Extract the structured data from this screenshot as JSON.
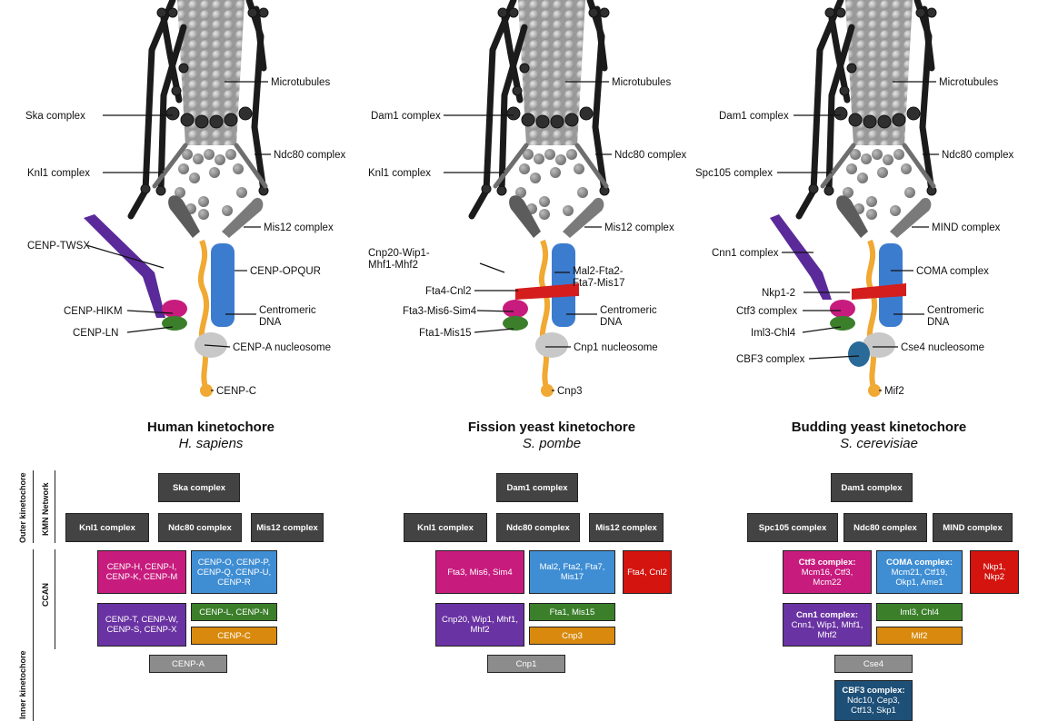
{
  "panels": [
    {
      "title": "Human kinetochore",
      "species": "H. sapiens",
      "labels": {
        "microtubules": "Microtubules",
        "top_left": "Ska complex",
        "ndc80": "Ndc80 complex",
        "mid_left": "Knl1 complex",
        "mis12": "Mis12 complex",
        "twsx": "CENP-TWSX",
        "opqur": "CENP-OPQUR",
        "hikm": "CENP-HIKM",
        "centromeric": "Centromeric",
        "dna": "DNA",
        "ln": "CENP-LN",
        "nucleosome": "CENP-A nucleosome",
        "cenpc": "CENP-C"
      },
      "boxes": {
        "top": "Ska complex",
        "left": "Knl1 complex",
        "mid": "Ndc80 complex",
        "right": "Mis12 complex",
        "pink": "CENP-H, CENP-I, CENP-K, CENP-M",
        "blue": "CENP-O, CENP-P, CENP-Q, CENP-U, CENP-R",
        "purple": "CENP-T, CENP-W, CENP-S, CENP-X",
        "green": "CENP-L, CENP-N",
        "orange": "CENP-C",
        "grey": "CENP-A"
      }
    },
    {
      "title": "Fission yeast kinetochore",
      "species": "S. pombe",
      "labels": {
        "microtubules": "Microtubules",
        "top_left": "Dam1 complex",
        "ndc80": "Ndc80 complex",
        "mid_left": "Knl1 complex",
        "mis12": "Mis12 complex",
        "cnp20_1": "Cnp20-Wip1-",
        "cnp20_2": "Mhf1-Mhf2",
        "mal2_1": "Mal2-Fta2-",
        "mal2_2": "Fta7-Mis17",
        "fta4": "Fta4-Cnl2",
        "fta3": "Fta3-Mis6-Sim4",
        "centromeric": "Centromeric",
        "dna": "DNA",
        "fta1": "Fta1-Mis15",
        "nucleosome": "Cnp1 nucleosome",
        "cnp3": "Cnp3"
      },
      "boxes": {
        "top": "Dam1 complex",
        "left": "Knl1 complex",
        "mid": "Ndc80 complex",
        "right": "Mis12 complex",
        "pink": "Fta3, Mis6, Sim4",
        "blue": "Mal2, Fta2, Fta7, Mis17",
        "red": "Fta4, Cnl2",
        "purple": "Cnp20, Wip1, Mhf1, Mhf2",
        "green": "Fta1, Mis15",
        "orange": "Cnp3",
        "grey": "Cnp1"
      }
    },
    {
      "title": "Budding yeast kinetochore",
      "species": "S. cerevisiae",
      "labels": {
        "microtubules": "Microtubules",
        "top_left": "Dam1 complex",
        "ndc80": "Ndc80 complex",
        "mid_left": "Spc105 complex",
        "mis12": "MIND complex",
        "cnn1": "Cnn1 complex",
        "coma": "COMA complex",
        "nkp": "Nkp1-2",
        "ctf3": "Ctf3 complex",
        "centromeric": "Centromeric",
        "dna": "DNA",
        "iml3": "Iml3-Chl4",
        "nucleosome": "Cse4 nucleosome",
        "cbf3": "CBF3 complex",
        "mif2": "Mif2"
      },
      "boxes": {
        "top": "Dam1 complex",
        "left": "Spc105 complex",
        "mid": "Ndc80 complex",
        "right": "MIND complex",
        "pink_head": "Ctf3 complex:",
        "pink": "Mcm16, Ctf3, Mcm22",
        "blue_head": "COMA complex:",
        "blue": "Mcm21, Ctf19, Okp1, Ame1",
        "red": "Nkp1, Nkp2",
        "purple_head": "Cnn1 complex:",
        "purple": "Cnn1, Wip1, Mhf1, Mhf2",
        "green": "Iml3, Chl4",
        "orange": "Mif2",
        "grey": "Cse4",
        "navy_head": "CBF3 complex:",
        "navy": "Ndc10, Cep3, Ctf13, Skp1"
      }
    }
  ],
  "side_labels": {
    "outer": "Outer kinetochore",
    "kmn": "KMN Network",
    "ccan": "CCAN",
    "inner": "Inner kinetochore"
  },
  "colors": {
    "dark": "#434343",
    "pink": "#c71c7e",
    "blue": "#3f8ed4",
    "red": "#d4140f",
    "purple": "#6a33a3",
    "green": "#3b7f2b",
    "orange": "#d98a0e",
    "grey": "#8c8c8c",
    "navy": "#1d4f77"
  }
}
